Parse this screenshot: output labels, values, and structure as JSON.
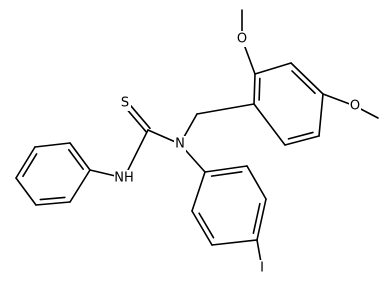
{
  "molecule": {
    "atoms": [
      {
        "id": "S1",
        "label": "S"
      },
      {
        "id": "C1",
        "label": ""
      },
      {
        "id": "N1",
        "label": "N"
      },
      {
        "id": "NH",
        "label": "NH"
      },
      {
        "id": "P1",
        "label": ""
      },
      {
        "id": "P2",
        "label": ""
      },
      {
        "id": "P3",
        "label": ""
      },
      {
        "id": "P4",
        "label": ""
      },
      {
        "id": "P5",
        "label": ""
      },
      {
        "id": "P6",
        "label": ""
      },
      {
        "id": "CH2",
        "label": ""
      },
      {
        "id": "B1",
        "label": ""
      },
      {
        "id": "B2",
        "label": ""
      },
      {
        "id": "B3",
        "label": ""
      },
      {
        "id": "B4",
        "label": ""
      },
      {
        "id": "B5",
        "label": ""
      },
      {
        "id": "B6",
        "label": ""
      },
      {
        "id": "O1",
        "label": "O"
      },
      {
        "id": "Me1",
        "label": ""
      },
      {
        "id": "O2",
        "label": "O"
      },
      {
        "id": "Me2",
        "label": ""
      },
      {
        "id": "I1",
        "label": ""
      },
      {
        "id": "I2",
        "label": ""
      },
      {
        "id": "I3",
        "label": ""
      },
      {
        "id": "I4",
        "label": ""
      },
      {
        "id": "I5",
        "label": ""
      },
      {
        "id": "I6",
        "label": ""
      },
      {
        "id": "I",
        "label": "I"
      }
    ],
    "bonds": [
      {
        "a": "C1",
        "b": "S1",
        "order": 2
      },
      {
        "a": "C1",
        "b": "N1",
        "order": 1
      },
      {
        "a": "C1",
        "b": "NH",
        "order": 1
      },
      {
        "a": "NH",
        "b": "P1",
        "order": 1
      },
      {
        "a": "P1",
        "b": "P2",
        "order": 2
      },
      {
        "a": "P2",
        "b": "P3",
        "order": 1
      },
      {
        "a": "P3",
        "b": "P4",
        "order": 2
      },
      {
        "a": "P4",
        "b": "P5",
        "order": 1
      },
      {
        "a": "P5",
        "b": "P6",
        "order": 2
      },
      {
        "a": "P6",
        "b": "P1",
        "order": 1
      },
      {
        "a": "N1",
        "b": "CH2",
        "order": 1
      },
      {
        "a": "CH2",
        "b": "B1",
        "order": 1
      },
      {
        "a": "B1",
        "b": "B2",
        "order": 2
      },
      {
        "a": "B2",
        "b": "B3",
        "order": 1
      },
      {
        "a": "B3",
        "b": "B4",
        "order": 2
      },
      {
        "a": "B4",
        "b": "B5",
        "order": 1
      },
      {
        "a": "B5",
        "b": "B6",
        "order": 2
      },
      {
        "a": "B6",
        "b": "B1",
        "order": 1
      },
      {
        "a": "B2",
        "b": "O1",
        "order": 1
      },
      {
        "a": "O1",
        "b": "Me1",
        "order": 1
      },
      {
        "a": "B4",
        "b": "O2",
        "order": 1
      },
      {
        "a": "O2",
        "b": "Me2",
        "order": 1
      },
      {
        "a": "N1",
        "b": "I1",
        "order": 1
      },
      {
        "a": "I1",
        "b": "I2",
        "order": 2
      },
      {
        "a": "I2",
        "b": "I3",
        "order": 1
      },
      {
        "a": "I3",
        "b": "I4",
        "order": 2
      },
      {
        "a": "I4",
        "b": "I5",
        "order": 1
      },
      {
        "a": "I5",
        "b": "I6",
        "order": 2
      },
      {
        "a": "I6",
        "b": "I1",
        "order": 1
      },
      {
        "a": "I4",
        "b": "I",
        "order": 1
      }
    ]
  }
}
